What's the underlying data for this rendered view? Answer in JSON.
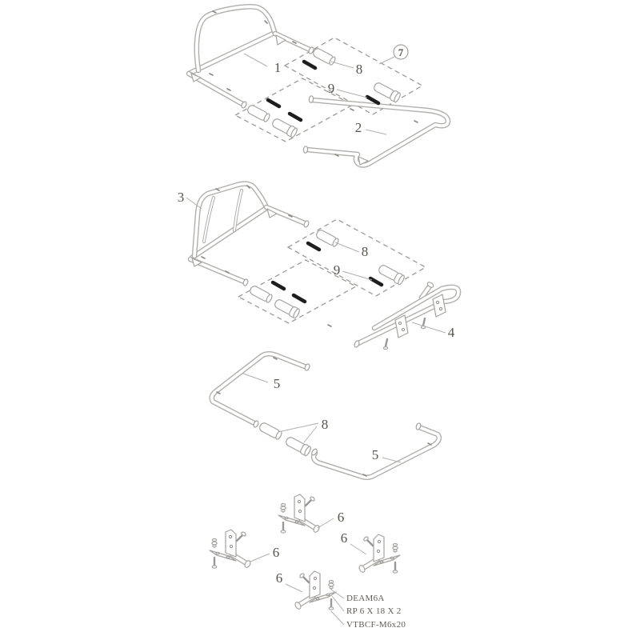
{
  "diagram": {
    "kind": "exploded-parts-diagram",
    "background_color": "#ffffff",
    "line_color": "#b0aeab",
    "text_color": "#57544d",
    "screw_color": "#1e1e1e",
    "part_labels": {
      "p1": "1",
      "p2": "2",
      "p3": "3",
      "p4": "4",
      "p5": "5",
      "p6": "6",
      "p7": "7",
      "p8": "8",
      "p9": "9"
    },
    "hardware_labels": {
      "nut": "DEAM6A",
      "washer": "RP 6 X 18 X 2",
      "bolt": "VTBCF-M6x20"
    }
  }
}
